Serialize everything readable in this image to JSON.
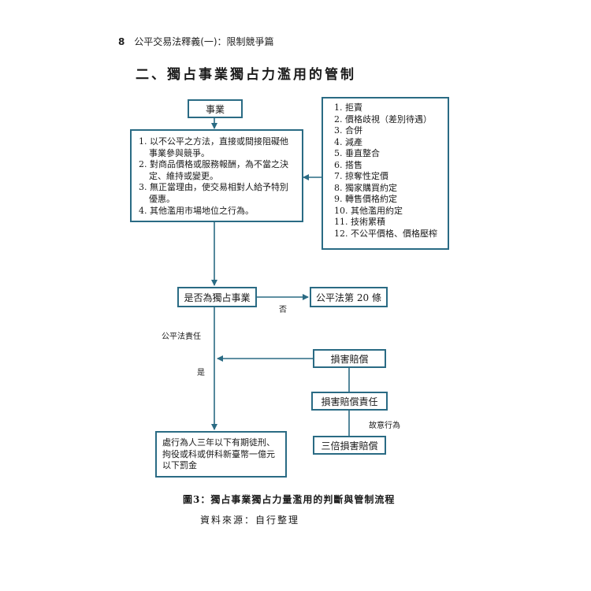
{
  "page": {
    "number": "8",
    "running_title": "公平交易法釋義(一)：限制競爭篇"
  },
  "section_title": "二、獨占事業獨占力濫用的管制",
  "diagram": {
    "enterprise": "事業",
    "acts": [
      "1. 以不公平之方法，直接或間接阻礙他事業參與競爭。",
      "2. 對商品價格或服務報酬，為不當之決定、維持或變更。",
      "3. 無正當理由，使交易相對人給予特別優惠。",
      "4. 其他濫用市場地位之行為。"
    ],
    "abuse_types": [
      "1. 拒賣",
      "2. 價格歧視（差別待遇）",
      "3. 合併",
      "4. 減產",
      "5. 垂直整合",
      "6. 搭售",
      "7. 掠奪性定價",
      "8. 獨家購買約定",
      "9. 轉售價格約定",
      "10. 其他濫用約定",
      "11. 技術累積",
      "12. 不公平價格、價格壓榨"
    ],
    "decision": "是否為獨占事業",
    "no_label": "否",
    "no_target": "公平法第 20 條",
    "fair_trade_liability": "公平法責任",
    "yes_label": "是",
    "damages": "損害賠償",
    "damages_liability": "損害賠償責任",
    "intentional_label": "故意行為",
    "treble_damages": "三倍損害賠償",
    "penalty": "處行為人三年以下有期徒刑、拘役或科或併科新臺幣一億元以下罰金"
  },
  "figure": {
    "caption": "圖3：獨占事業獨占力量濫用的判斷與管制流程",
    "source": "資料來源：自行整理"
  },
  "colors": {
    "box_border": "#2a6b84",
    "arrow": "#2a6b84"
  }
}
